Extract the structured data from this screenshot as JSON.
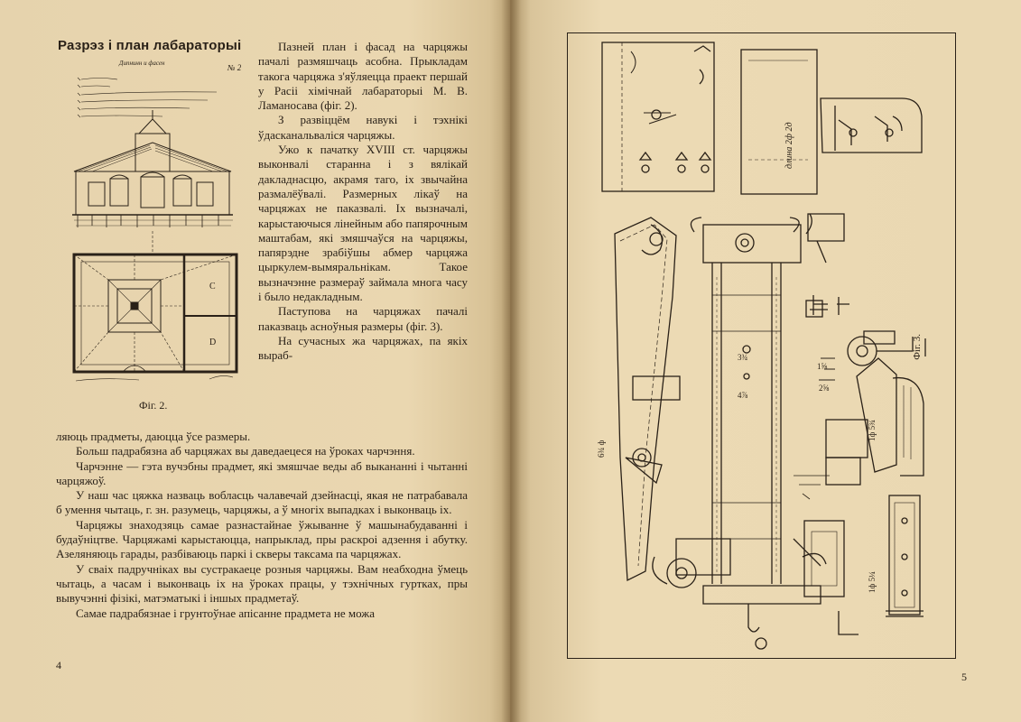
{
  "left_page": {
    "heading": "Разрэз і план лабараторыі",
    "fig2": {
      "handwritten_top_right": "№ 2",
      "handwritten_title": "Дипнинн и фасен",
      "plan_label_c": "C",
      "plan_label_d": "D",
      "caption": "Фіг. 2."
    },
    "right_column": [
      "Пазней план і фасад на чарцяжы пачалі размяшчаць асобна. Прыкладам такога чарцяжа з'яўляецца праект першай у Расіі хімічнай лабараторыі М. В. Ламаносава (фіг. 2).",
      "З развіццём навукі і тэхнікі ўдасканальваліся чарцяжы.",
      "Ужо к пачатку XVIII ст. чарцяжы выконвалі старанна і з вялікай дакладнасцю, акрамя таго, іх звычайна размалёўвалі. Размерных лікаў на чарцяжах не паказвалі. Іх вызначалі, карыстаючыся лінейным або папярочным маштабам, які змяшчаўся на чарцяжы, папярэдне зрабіўшы абмер чарцяжа цыркулем-вымяральнікам. Такое вызначэнне размераў займала многа часу і было недакладным.",
      "Паступова на чарцяжах пачалі паказваць асноўныя размеры (фіг. 3).",
      "На сучасных жа чарцяжах, па якіх выраб-"
    ],
    "full_width": [
      "ляюць прадметы, даюцца ўсе размеры.",
      "Больш падрабязна аб чарцяжах вы даведаецеся на ўроках чарчэння.",
      "Чарчэнне — гэта вучэбны прадмет, які змяшчае веды аб выкананні і чытанні чарцяжоў.",
      "У наш час цяжка назваць вобласць чалавечай дзейнасці, якая не патрабавала б умення чытаць, г. зн. разумець, чарцяжы, а ў многіх выпадках і выконваць іх.",
      "Чарцяжы знаходзяць самае разнастайнае ўжыванне ў машынабудаванні і будаўніцтве. Чарцяжамі карыстаюцца, напрыклад, пры раскроі адзення і абутку. Азеляняюць гарады, разбіваюць паркі і скверы таксама па чарцяжах.",
      "У сваіх падручніках вы сустракаеце розныя чарцяжы. Вам неабходна ўмець чытаць, а часам і выконваць іх на ўроках працы, у тэхнічных гуртках, пры вывучэнні фізікі, матэматыкі і іншых прадметаў.",
      "Самае падрабязнае і грунтоўнае апісанне прадмета не можа"
    ],
    "page_number": "4"
  },
  "right_page": {
    "fig3": {
      "caption": "Фіг. 3.",
      "handwritten_label": "длина 2ф 2д",
      "dims": [
        "6¾ ф",
        "1ф 5¾",
        "1ф 5¼",
        "1⅝",
        "2⅝",
        "3¾",
        "4⅞"
      ]
    },
    "page_number": "5"
  },
  "colors": {
    "paper": "#ead7b0",
    "ink": "#2a2118",
    "gutter": "#a88f63"
  }
}
